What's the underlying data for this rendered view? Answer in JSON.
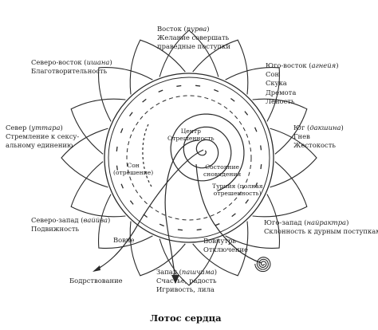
{
  "directions": {
    "east": {
      "name": "Восток",
      "term": "пурва",
      "lines": [
        "Желание совершать",
        "праведные поступки"
      ]
    },
    "northeast": {
      "name": "Северо-восток",
      "term": "ишана",
      "lines": [
        "Благотворительность"
      ]
    },
    "southeast": {
      "name": "Юго-восток",
      "term": "агнейя",
      "lines": [
        "Сон",
        "Скука",
        "Дремота",
        "Леность"
      ]
    },
    "north": {
      "name": "Север",
      "term": "уттара",
      "lines": [
        "Стремление к сексу-",
        "альному единению"
      ]
    },
    "south": {
      "name": "Юг",
      "term": "дакшина",
      "lines": [
        "Гнев",
        "Жестокость"
      ]
    },
    "northwest": {
      "name": "Северо-запад",
      "term": "ваййва",
      "lines": [
        "Подвижность"
      ]
    },
    "southwest": {
      "name": "Юго-запад",
      "term": "найрактра",
      "lines": [
        "Склонность к дурным поступкам"
      ]
    },
    "west": {
      "name": "Запад",
      "term": "пашчима",
      "lines": [
        "Счастье, радость",
        "Игривость, лила"
      ]
    }
  },
  "inner_labels": {
    "center": [
      "Центр",
      "Отрешенность"
    ],
    "dream": [
      "Состояние",
      "сновидения"
    ],
    "turiya": [
      "Турийя (полная",
      "отрешенность)"
    ],
    "sleep": [
      "Сон",
      "(отрешение)"
    ]
  },
  "flow_labels": {
    "inward": "Вовне",
    "inward_detach": [
      "Вовнутрь",
      "Отключение"
    ],
    "waking": "Бодрствование"
  },
  "title": "Лотос сердца"
}
